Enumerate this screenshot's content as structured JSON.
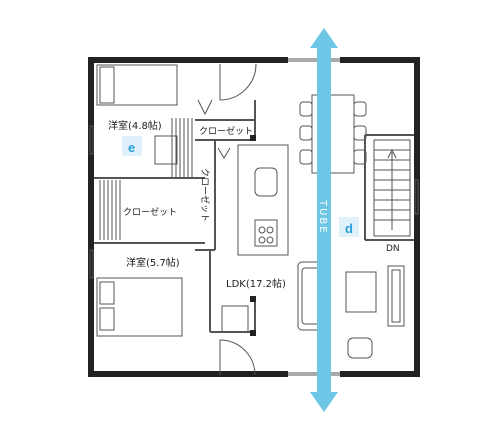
{
  "plan": {
    "rooms": {
      "western_room_1": "洋室(4.8帖)",
      "western_room_2": "洋室(5.7帖)",
      "ldk": "LDK(17.2帖)"
    },
    "closets": {
      "closet_a": "クローゼット",
      "closet_b": "クローゼット",
      "closet_c": "クローゼット"
    },
    "stairs_label": "DN",
    "tube_label": "TUBE",
    "markers": {
      "e": "e",
      "d": "d"
    }
  },
  "colors": {
    "wall": "#222222",
    "line": "#555555",
    "tube": "#6ec6e6",
    "marker_bg": "#dff1fb",
    "marker_text": "#2a9fd8"
  }
}
